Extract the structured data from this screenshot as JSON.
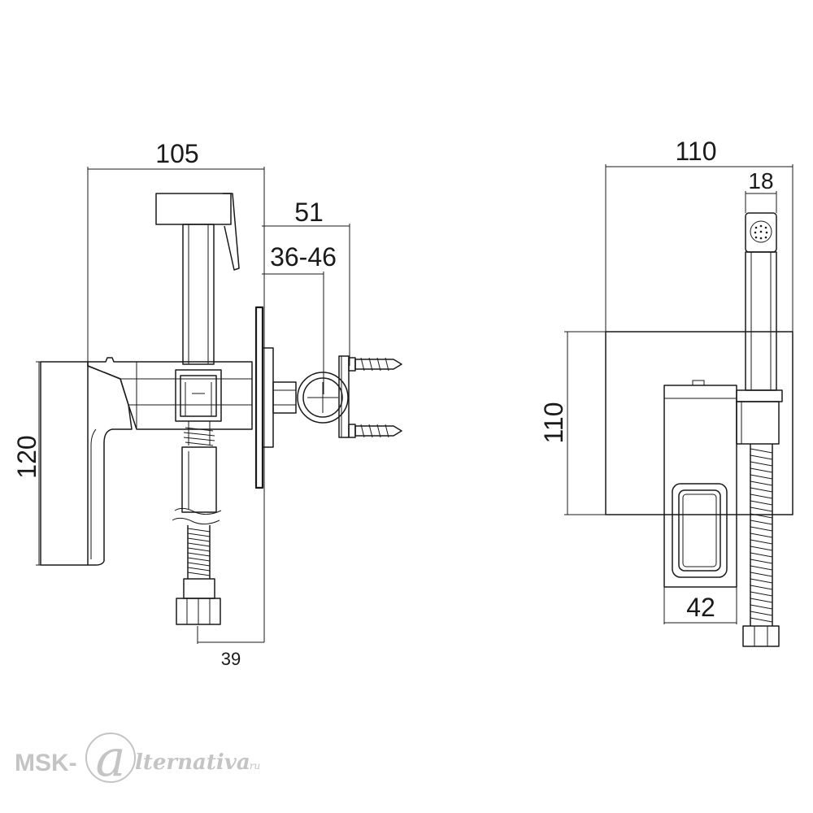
{
  "side_view": {
    "dim_overall_width": "105",
    "dim_height": "120",
    "dim_wall_offset": "51",
    "dim_mount_range": "36-46",
    "dim_bottom_offset": "39"
  },
  "front_view": {
    "dim_overall_width": "110",
    "dim_head_width": "18",
    "dim_plate_height": "110",
    "dim_handle_width": "42"
  },
  "watermark": {
    "brand_prefix": "MSK-",
    "brand_initial": "a",
    "brand_suffix": "lternativa",
    "domain": ".ru"
  },
  "colors": {
    "line": "#1a1a1a",
    "watermark": "#c4c4c4"
  }
}
